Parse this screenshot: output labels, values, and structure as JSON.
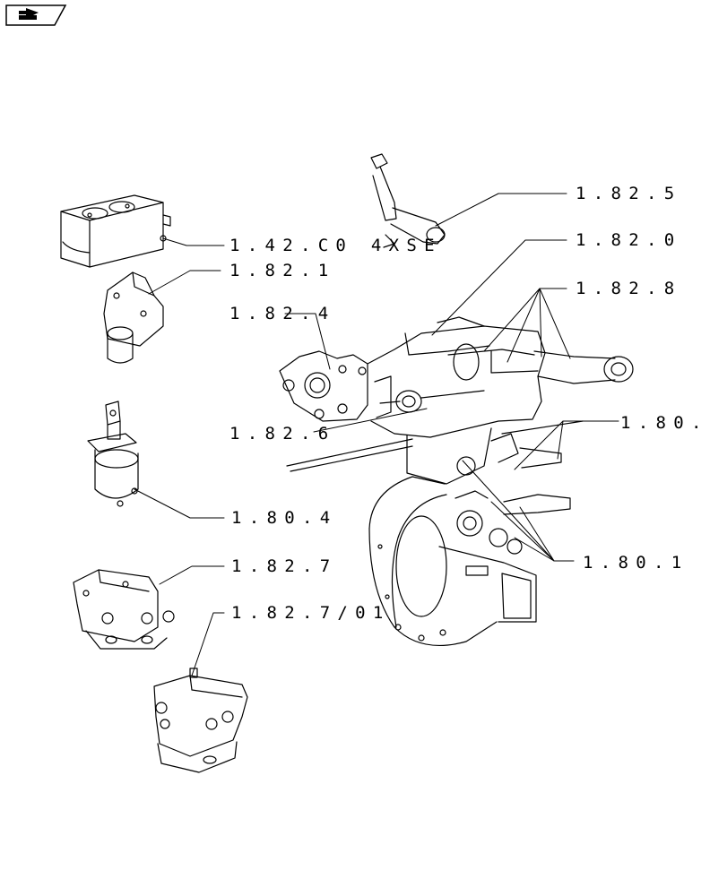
{
  "nav": {
    "icon": "arrow-right-icon"
  },
  "callouts": {
    "c1": "1.82.5",
    "c2": "1.42.C0 4XSE",
    "c3": "1.82.0",
    "c4": "1.82.1",
    "c5": "1.82.8",
    "c6": "1.82.4",
    "c7": "1.80.",
    "c8": "1.82.6",
    "c9": "1.80.4",
    "c10": "1.80.1",
    "c11": "1.82.7",
    "c12": "1.82.7/01"
  }
}
